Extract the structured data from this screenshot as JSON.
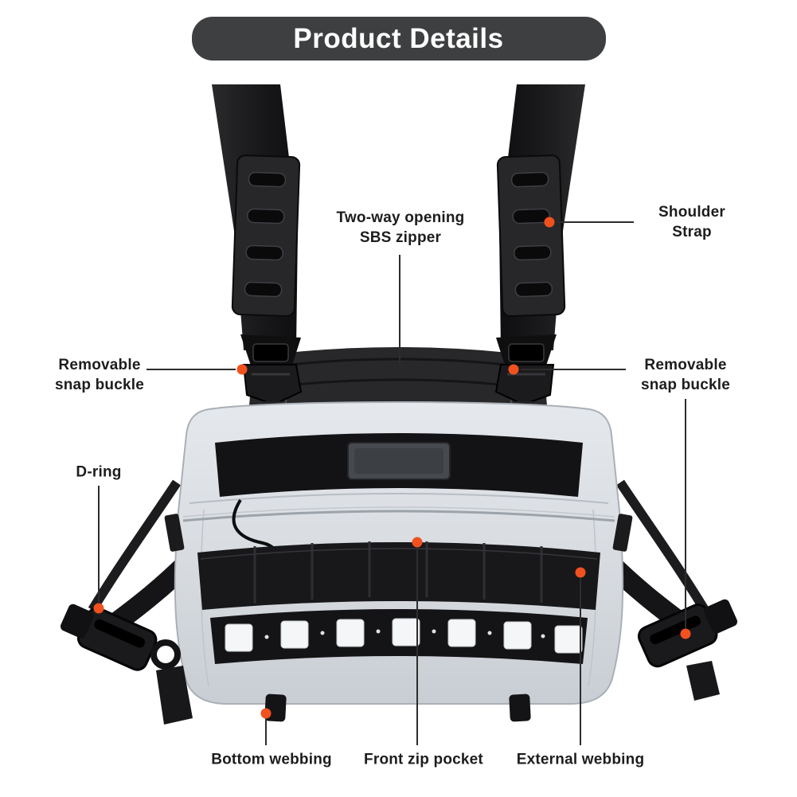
{
  "title": {
    "text": "Product Details"
  },
  "colors": {
    "badge_bg": "#3e3f41",
    "dot": "#f0511e",
    "line": "#2d2d2d"
  },
  "callouts": {
    "sbs_zipper": {
      "label": "Two-way opening\nSBS zipper"
    },
    "shoulder_strap": {
      "label": "Shoulder Strap"
    },
    "snap_buckle_left": {
      "label": "Removable\nsnap buckle"
    },
    "snap_buckle_right": {
      "label": "Removable\nsnap buckle"
    },
    "d_ring": {
      "label": "D-ring"
    },
    "bottom_webbing": {
      "label": "Bottom webbing"
    },
    "front_zip_pocket": {
      "label": "Front zip pocket"
    },
    "external_webbing": {
      "label": "External webbing"
    }
  }
}
